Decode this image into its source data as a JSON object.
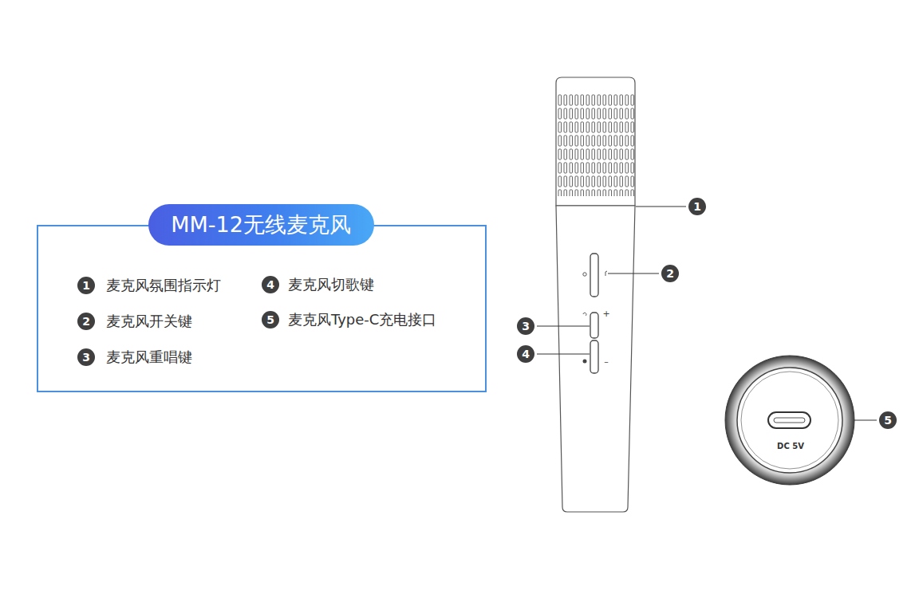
{
  "diagram": {
    "nodes": [
      {
        "text": [
          "MM-12无线麦克风"
        ]
      }
    ],
    "labels": [
      "1",
      "麦克风氛围指示灯",
      "2",
      "麦克风开关键",
      "3",
      "麦克风重唱键",
      "4",
      "麦克风切歌键",
      "5",
      "麦克风Type-C充电接口",
      "1",
      "2",
      "3",
      "4",
      "5",
      "+",
      "–",
      "DC 5V"
    ]
  }
}
